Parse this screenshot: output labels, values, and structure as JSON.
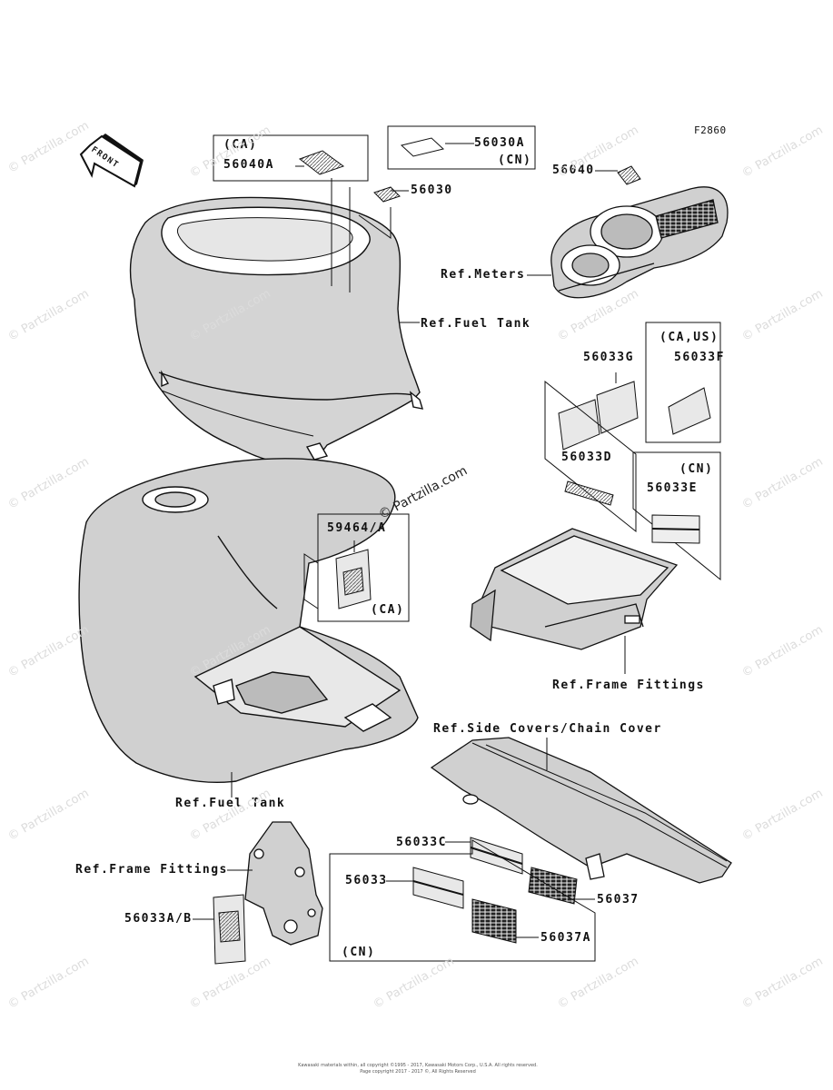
{
  "figure_id": "F2860",
  "watermark_text": "© Partzilla.com",
  "front_label": "FRONT",
  "labels": {
    "ca_56040a_region": "(CA)",
    "p56040a": "56040A",
    "p56030a": "56030A",
    "cn_56030a": "(CN)",
    "p56030": "56030",
    "p56040": "56040",
    "ref_meters": "Ref.Meters",
    "ref_fuel_tank_top": "Ref.Fuel Tank",
    "ca_us": "(CA,US)",
    "p56033g": "56033G",
    "p56033f": "56033F",
    "p56033d": "56033D",
    "cn_56033e": "(CN)",
    "p56033e": "56033E",
    "p59464a": "59464/A",
    "ca_59464": "(CA)",
    "ref_frame_fittings_right": "Ref.Frame Fittings",
    "ref_side_covers": "Ref.Side Covers/Chain Cover",
    "ref_fuel_tank_bottom": "Ref.Fuel Tank",
    "p56033c": "56033C",
    "ref_frame_fittings_left": "Ref.Frame Fittings",
    "p56033": "56033",
    "p56037": "56037",
    "p56033ab": "56033A/B",
    "p56037a": "56037A",
    "cn_bottom": "(CN)"
  },
  "copyright_lines": [
    "Kawasaki materials within, all copyright ©1995 - 2017, Kawasaki Motors Corp., U.S.A. All rights reserved.",
    "Page copyright 2017 - 2017 ©, All Rights Reserved"
  ]
}
